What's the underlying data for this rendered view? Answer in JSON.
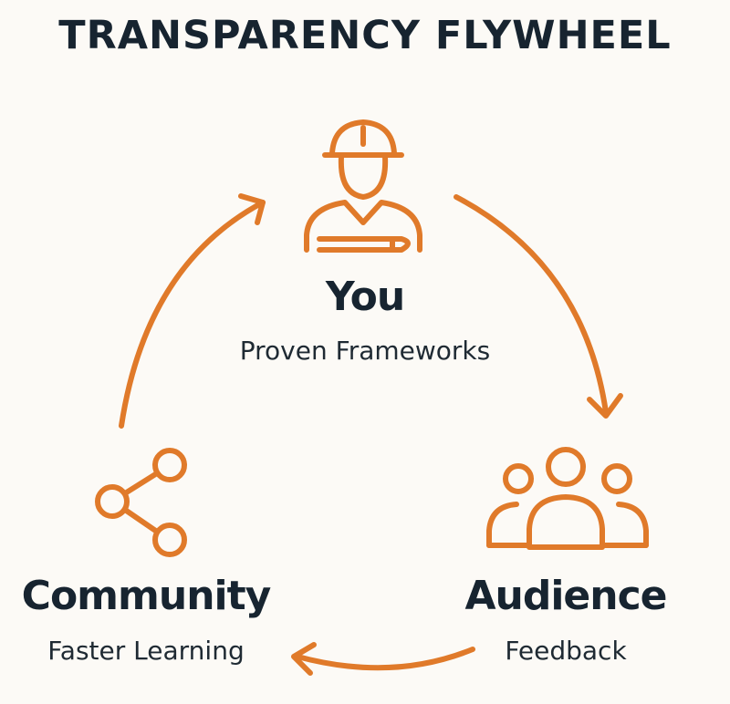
{
  "title": "TRANSPARENCY FLYWHEEL",
  "accent_color": "#e07a2a",
  "text_color": "#172430",
  "nodes": {
    "you": {
      "name": "You",
      "subtitle": "Proven Frameworks",
      "icon": "construction-worker-icon"
    },
    "audience": {
      "name": "Audience",
      "subtitle": "Feedback",
      "icon": "group-people-icon"
    },
    "community": {
      "name": "Community",
      "subtitle": "Faster Learning",
      "icon": "share-network-icon"
    }
  }
}
